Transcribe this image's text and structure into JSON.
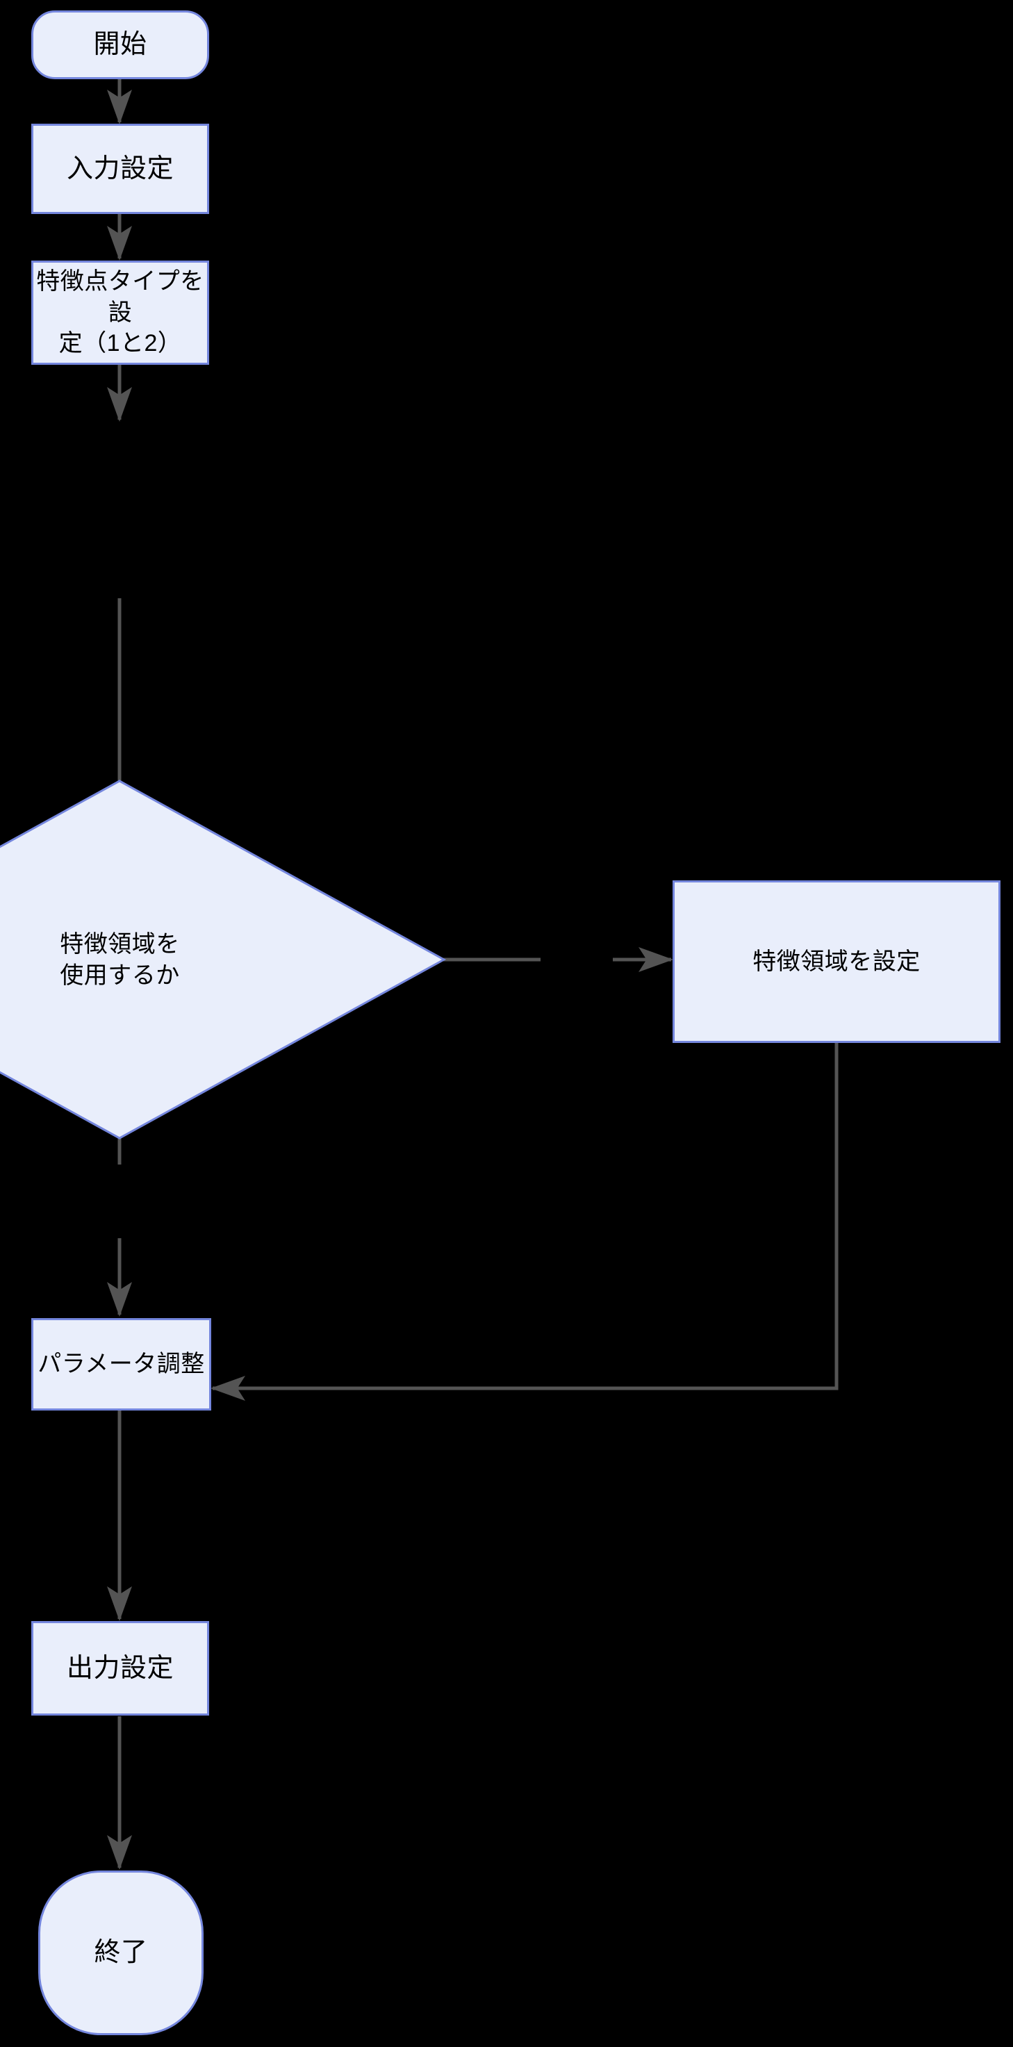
{
  "diagram": {
    "type": "flowchart",
    "direction": "top-to-bottom",
    "background_color": "#000000",
    "node_fill_color": "#e9eefb",
    "node_border_color": "#7486dd",
    "edge_color": "#545454",
    "text_color": "#000000"
  },
  "nodes": [
    {
      "id": "start",
      "shape": "terminal",
      "label": "開始"
    },
    {
      "id": "input",
      "shape": "process",
      "label": "入力設定"
    },
    {
      "id": "feature_type",
      "shape": "process",
      "label": "特徴点タイプを設\n定（1と2）"
    },
    {
      "id": "decision",
      "shape": "decision",
      "label": "特徴領域を\n使用するか"
    },
    {
      "id": "region",
      "shape": "process",
      "label": "特徴領域を設定"
    },
    {
      "id": "params",
      "shape": "process",
      "label": "パラメータ調整"
    },
    {
      "id": "output",
      "shape": "process",
      "label": "出力設定"
    },
    {
      "id": "end",
      "shape": "terminal",
      "label": "終了"
    }
  ],
  "edges": [
    {
      "from": "start",
      "to": "input",
      "label": ""
    },
    {
      "from": "input",
      "to": "feature_type",
      "label": ""
    },
    {
      "from": "feature_type",
      "to": "decision",
      "label": ""
    },
    {
      "from": "decision",
      "to": "region",
      "label": ""
    },
    {
      "from": "decision",
      "to": "params",
      "label": ""
    },
    {
      "from": "region",
      "to": "params",
      "label": ""
    },
    {
      "from": "params",
      "to": "output",
      "label": ""
    },
    {
      "from": "output",
      "to": "end",
      "label": ""
    }
  ]
}
